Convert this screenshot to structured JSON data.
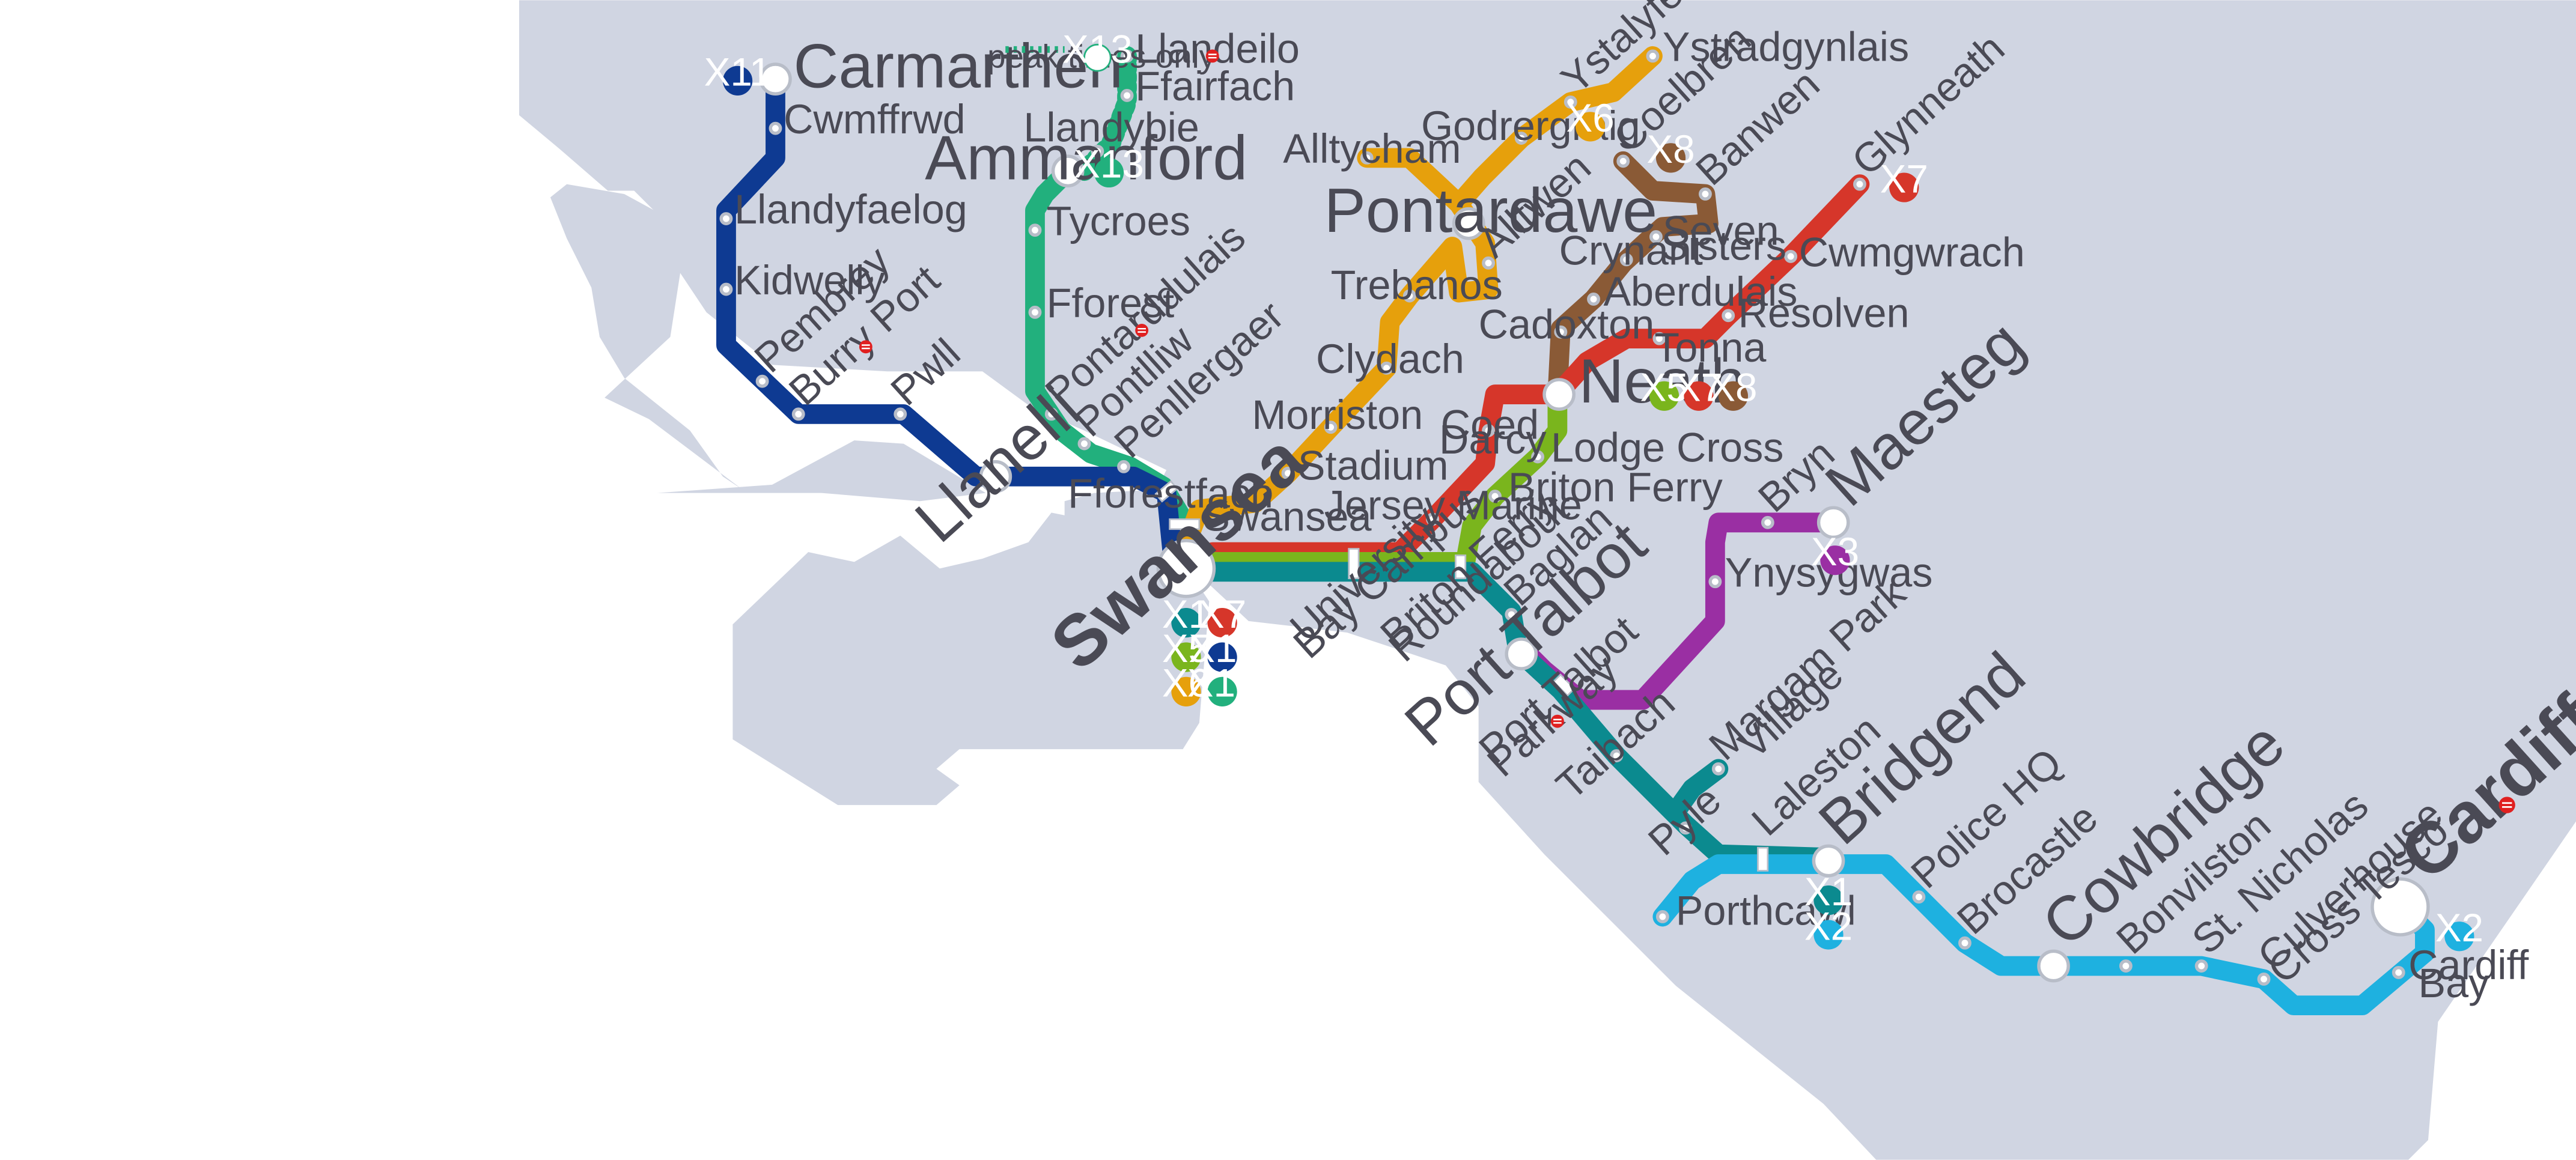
{
  "colors": {
    "land": "#d0d5e2",
    "X1": "#0b8a8f",
    "X2": "#1eb1e0",
    "X3": "#9a2fa3",
    "X5": "#7ab51d",
    "X6": "#e6a00c",
    "X7": "#d6362a",
    "X8": "#8a5a36",
    "X11": "#0e3a92",
    "X13": "#22b07d",
    "rail_icon": "#e02020"
  },
  "icons": {
    "rail": "rail-station-icon"
  },
  "note": {
    "peak": "peak times only"
  },
  "routes": {
    "X1": "X1",
    "X2": "X2",
    "X3": "X3",
    "X5": "X5",
    "X6": "X6",
    "X7": "X7",
    "X8": "X8",
    "X11": "X11",
    "X13": "X13"
  },
  "hubs": {
    "carmarthen": "Carmarthen",
    "ammanford": "Ammanford",
    "pontardawe": "Pontardawe",
    "neath": "Neath",
    "llanelli": "Llanelli",
    "swansea": "Swansea",
    "port_talbot": "Port Talbot",
    "maesteg": "Maesteg",
    "bridgend": "Bridgend",
    "cowbridge": "Cowbridge",
    "cardiff": "Cardiff"
  },
  "stops": {
    "llandeilo": "Llandeilo",
    "ffairfach": "Ffairfach",
    "llandybie": "Llandybie",
    "tycroes": "Tycroes",
    "fforest": "Fforest",
    "pontarddulais": "Pontarddulais",
    "pontlliw": "Pontlliw",
    "penllergaer": "Penllergaer",
    "fforestfach": "Fforestfach",
    "swansea_stop": "Swansea",
    "cwmffrwd": "Cwmffrwd",
    "llandyfaelog": "Llandyfaelog",
    "kidwelly": "Kidwelly",
    "pembrey": "Pembrey",
    "burry_port": "Burry Port",
    "pwll": "Pwll",
    "ystradgynlais": "Ystradgynlais",
    "ystalyfera": "Ystalyfera",
    "godrergraig": "Godrergraig",
    "alltycham": "Alltycham",
    "alltwen": "Alltwen",
    "trebanos": "Trebanos",
    "clydach": "Clydach",
    "morriston": "Morriston",
    "stadium": "Stadium",
    "coelbren": "Coelbren",
    "banwen": "Banwen",
    "seven": "Seven",
    "sisters": "Sisters",
    "crynant": "Crynant",
    "aberdulais": "Aberdulais",
    "cadoxton": "Cadoxton",
    "glynneath": "Glynneath",
    "cwmgwrach": "Cwmgwrach",
    "resolven": "Resolven",
    "tonna": "Tonna",
    "coed": "Coed",
    "darcy": "Darcy",
    "lodge_cross": "Lodge Cross",
    "briton_ferry": "Briton Ferry",
    "jersey_marine": "Jersey Marine",
    "bryn": "Bryn",
    "ynysygwas": "Ynysygwas",
    "university_1": "University",
    "university_2": "Bay Campus",
    "bfr_1": "Briton Ferry",
    "bfr_2": "Roundabout",
    "baglan": "Baglan",
    "ptp_1": "Port Talbot",
    "ptp_2": "Parkway",
    "taibach": "Taibach",
    "margam_1": "Margam Park",
    "margam_2": "Village",
    "pyle": "Pyle",
    "laleston": "Laleston",
    "porthcawl": "Porthcawl",
    "police_hq": "Police HQ",
    "brocastle": "Brocastle",
    "bonvilston": "Bonvilston",
    "st_nicholas": "St. Nicholas",
    "culverhouse_1": "Culverhouse",
    "culverhouse_2": "Cross Tesco",
    "cardiff_bay_1": "Cardiff",
    "cardiff_bay_2": "Bay"
  }
}
